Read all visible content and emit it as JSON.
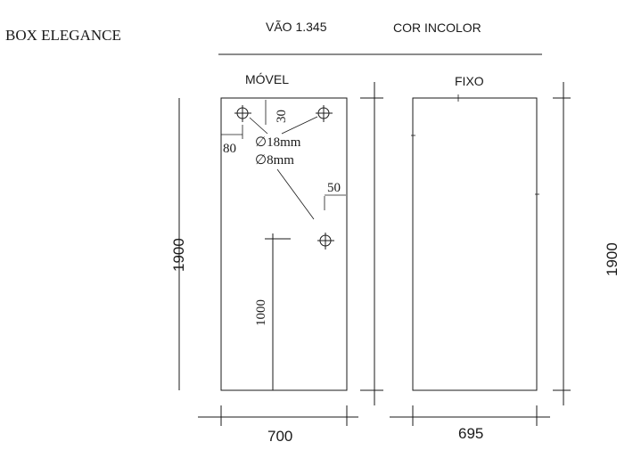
{
  "header": {
    "title": "BOX ELEGANCE",
    "vao": "VÃO 1.345",
    "cor": "COR INCOLOR"
  },
  "panels": {
    "movel": {
      "label": "MÓVEL",
      "width_dim": "700",
      "height_dim": "1900"
    },
    "fixo": {
      "label": "FIXO",
      "width_dim": "695",
      "height_dim": "1900"
    }
  },
  "annotations": {
    "dim_30": "30",
    "dim_80": "80",
    "hole_large": "∅18mm",
    "hole_small": "∅8mm",
    "dim_50": "50",
    "dim_1000": "1000"
  }
}
